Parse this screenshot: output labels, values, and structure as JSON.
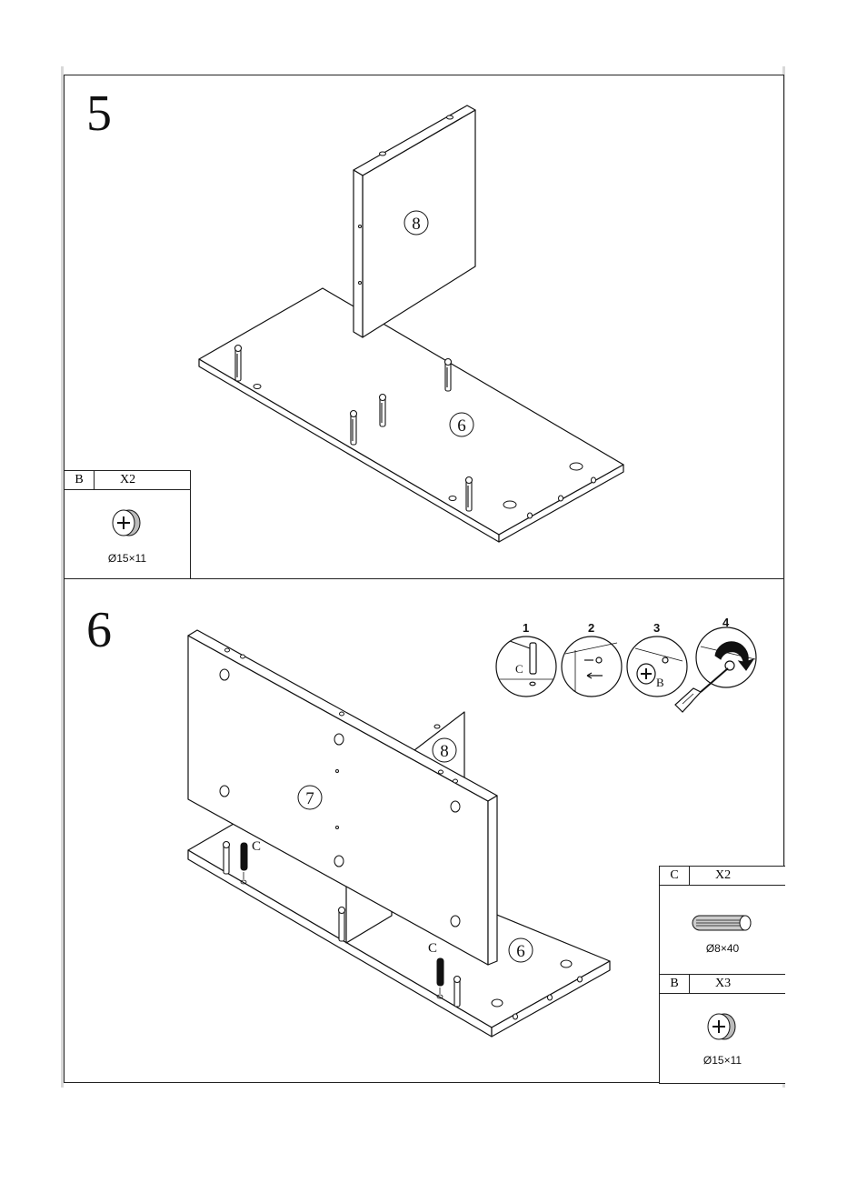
{
  "steps": [
    {
      "number": "5",
      "panel_labels": [
        "8",
        "6"
      ],
      "parts": {
        "letter": "B",
        "qty": "X2",
        "size": "Ø15×11"
      }
    },
    {
      "number": "6",
      "panel_labels": [
        "8",
        "7",
        "6"
      ],
      "part_c_labels": [
        "C",
        "C"
      ],
      "parts": [
        {
          "letter": "C",
          "qty": "X2",
          "size": "Ø8×40"
        },
        {
          "letter": "B",
          "qty": "X3",
          "size": "Ø15×11"
        }
      ],
      "detail_steps": [
        {
          "number": "1",
          "part_label": "C"
        },
        {
          "number": "2"
        },
        {
          "number": "3",
          "part_label": "B"
        },
        {
          "number": "4"
        }
      ]
    }
  ],
  "icons": [
    "cam-lock-icon",
    "dowel-icon",
    "screwdriver-icon",
    "rotate-arrow-icon"
  ]
}
